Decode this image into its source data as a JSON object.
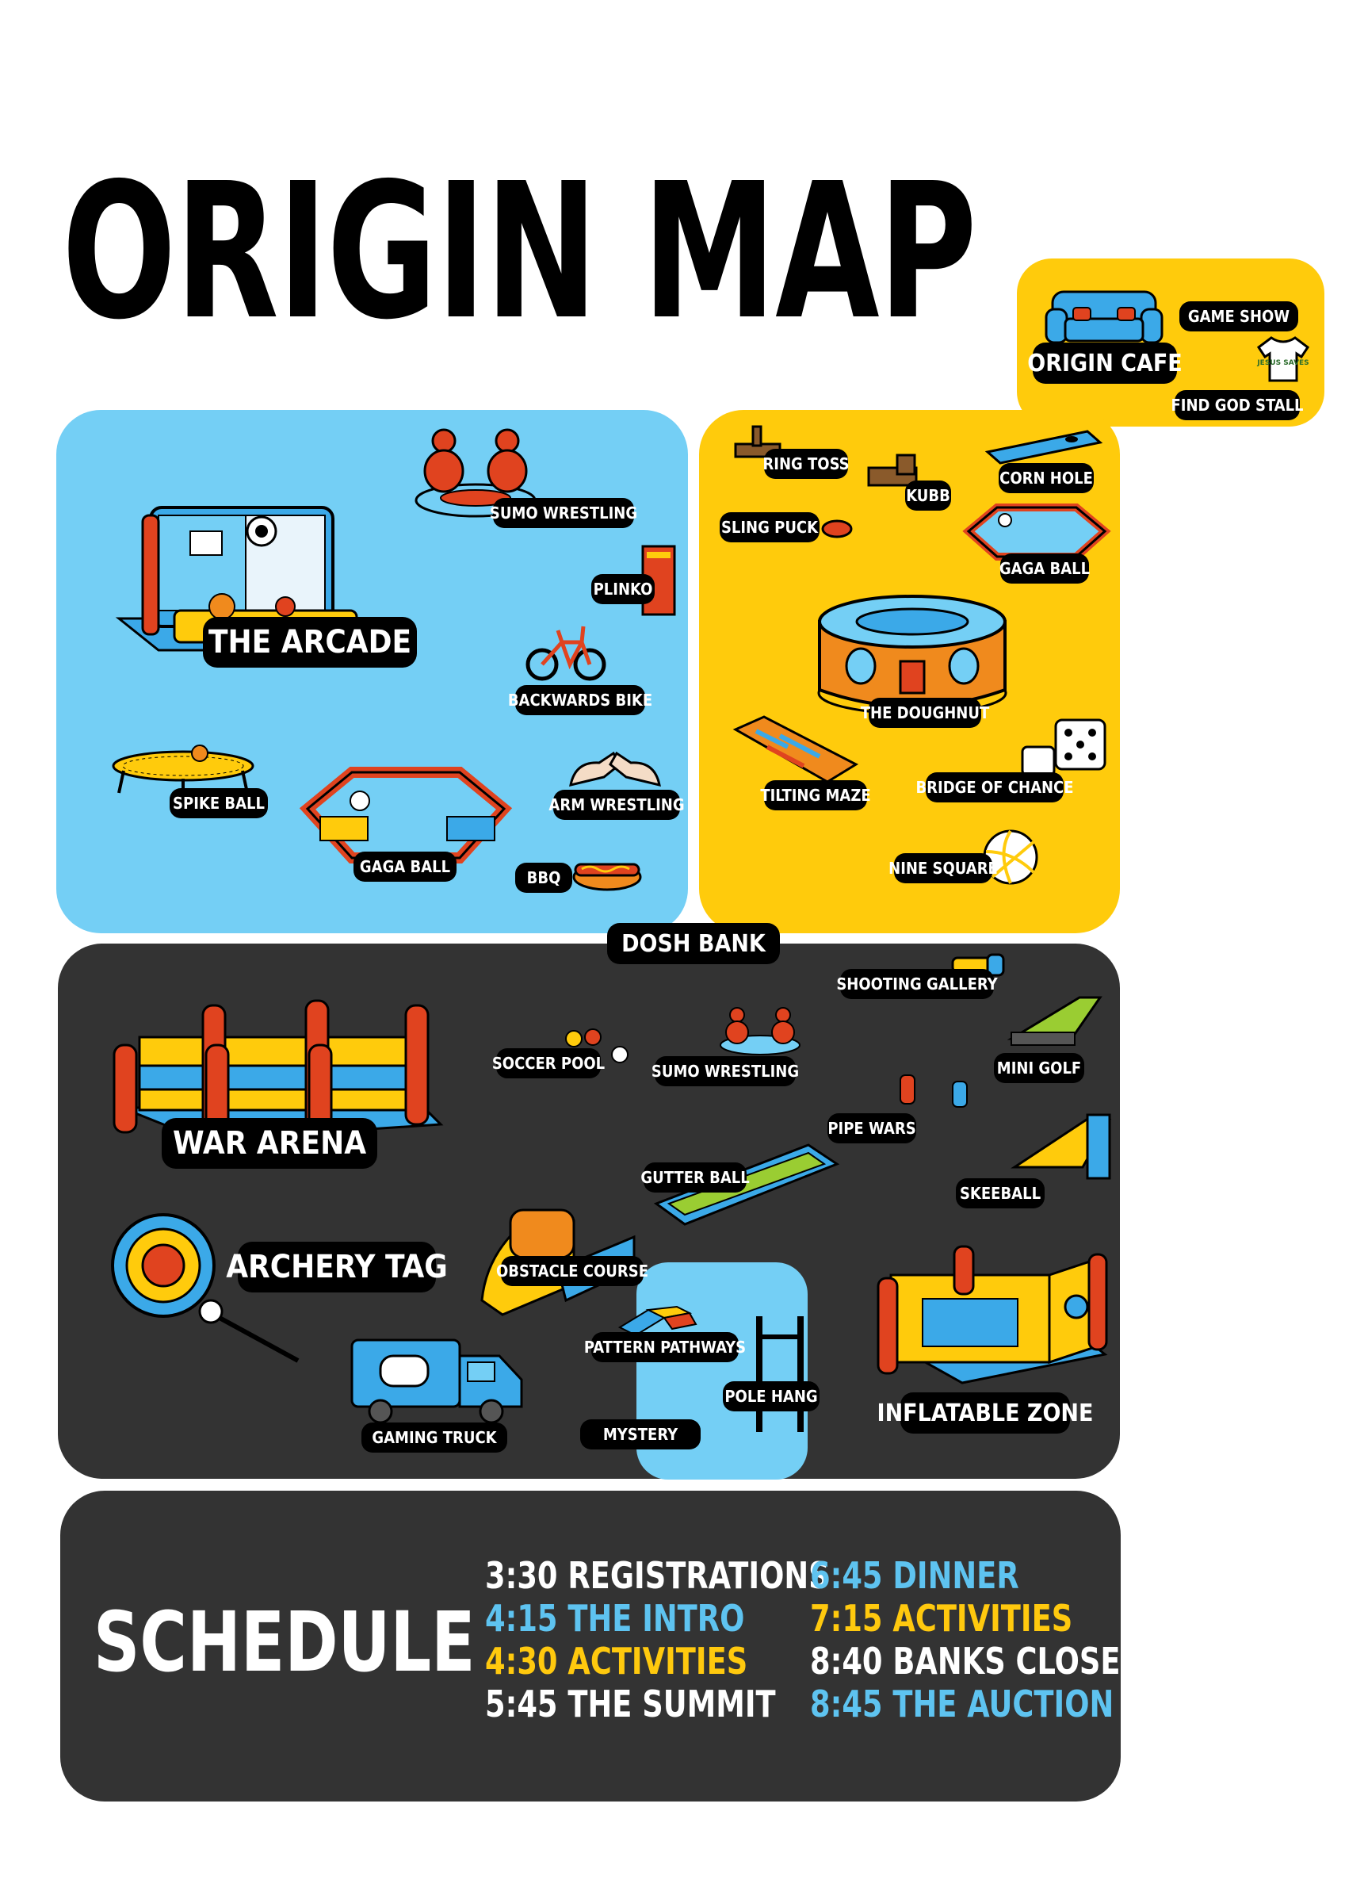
{
  "title": "ORIGIN MAP",
  "cafe": {
    "name": "ORIGIN CAFE",
    "game_show": "GAME SHOW",
    "find_god_stall": "FIND GOD STALL",
    "tshirt_text": "JESUS SAVES"
  },
  "blue_zone": {
    "labels": {
      "arcade": "THE ARCADE",
      "sumo": "SUMO WRESTLING",
      "plinko": "PLINKO",
      "bike": "BACKWARDS BIKE",
      "spike_ball": "SPIKE BALL",
      "gaga_ball": "GAGA BALL",
      "arm_wrestling": "ARM WRESTLING",
      "bbq": "BBQ"
    }
  },
  "yellow_zone": {
    "labels": {
      "ring_toss": "RING TOSS",
      "kubb": "KUBB",
      "corn_hole": "CORN HOLE",
      "sling_puck": "SLING PUCK",
      "gaga_ball": "GAGA BALL",
      "doughnut": "THE DOUGHNUT",
      "tilting_maze": "TILTING MAZE",
      "bridge_of_chance": "BRIDGE OF CHANCE",
      "nine_square": "NINE SQUARE"
    }
  },
  "dark_zone": {
    "labels": {
      "dosh_bank": "DOSH BANK",
      "shooting_gallery": "SHOOTING GALLERY",
      "soccer_pool": "SOCCER POOL",
      "sumo": "SUMO WRESTLING",
      "mini_golf": "MINI GOLF",
      "war_arena": "WAR ARENA",
      "pipe_wars": "PIPE WARS",
      "gutter_ball": "GUTTER BALL",
      "skeeball": "SKEEBALL",
      "archery_tag": "ARCHERY TAG",
      "obstacle_course": "OBSTACLE COURSE",
      "pattern_pathways": "PATTERN PATHWAYS",
      "pole_hang": "POLE HANG",
      "inflatable_zone": "INFLATABLE ZONE",
      "gaming_truck": "GAMING TRUCK",
      "mystery": "MYSTERY"
    }
  },
  "schedule": {
    "title": "SCHEDULE",
    "col1": [
      {
        "text": "3:30 REGISTRATIONS",
        "color": "#ffffff"
      },
      {
        "text": "4:15 THE INTRO",
        "color": "#5ec3f0"
      },
      {
        "text": "4:30 ACTIVITIES",
        "color": "#ffc90e"
      },
      {
        "text": "5:45 THE SUMMIT",
        "color": "#ffffff"
      }
    ],
    "col2": [
      {
        "text": "6:45 DINNER",
        "color": "#5ec3f0"
      },
      {
        "text": "7:15 ACTIVITIES",
        "color": "#ffc90e"
      },
      {
        "text": "8:40 BANKS CLOSE",
        "color": "#ffffff"
      },
      {
        "text": "8:45 THE AUCTION",
        "color": "#5ec3f0"
      }
    ]
  },
  "colors": {
    "blue": "#74cff5",
    "yellow": "#ffcb0c",
    "dark": "#333333",
    "red": "#e0431f",
    "orange": "#f08a1d",
    "bright_blue": "#3ba9e8"
  }
}
